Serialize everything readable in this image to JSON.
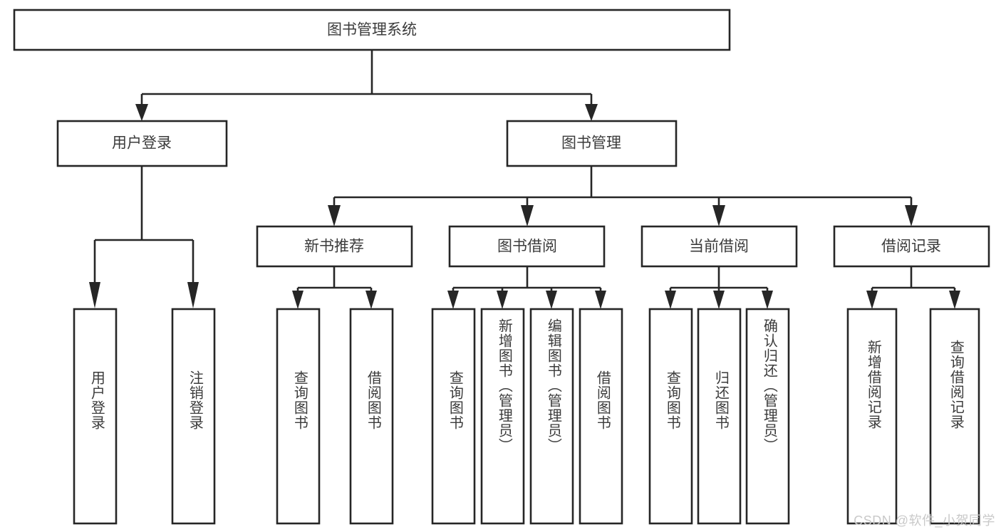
{
  "diagram": {
    "title": "图书管理系统",
    "type": "tree-hierarchy-diagram",
    "watermark": "CSDN @软件_小贺同学",
    "colors": {
      "box_stroke": "#262626",
      "box_fill": "#ffffff",
      "text": "#3b3b3b",
      "background": "#ffffff",
      "watermark": "#c9c9c9"
    },
    "root": {
      "label": "图书管理系统"
    },
    "level2": [
      {
        "label": "用户登录"
      },
      {
        "label": "图书管理"
      }
    ],
    "level3": [
      {
        "label": "新书推荐"
      },
      {
        "label": "图书借阅"
      },
      {
        "label": "当前借阅"
      },
      {
        "label": "借阅记录"
      }
    ],
    "leaves": {
      "user_login": [
        {
          "label": "用户登录"
        },
        {
          "label": "注销登录"
        }
      ],
      "new_book_recommend": [
        {
          "label": "查询图书"
        },
        {
          "label": "借阅图书"
        }
      ],
      "book_borrow": [
        {
          "label": "查询图书"
        },
        {
          "label": "新增图书（管理员）"
        },
        {
          "label": "编辑图书（管理员）"
        },
        {
          "label": "借阅图书"
        }
      ],
      "current_borrow": [
        {
          "label": "查询图书"
        },
        {
          "label": "归还图书"
        },
        {
          "label": "确认归还（管理员）"
        }
      ],
      "borrow_record": [
        {
          "label": "新增借阅记录"
        },
        {
          "label": "查询借阅记录"
        }
      ]
    }
  }
}
